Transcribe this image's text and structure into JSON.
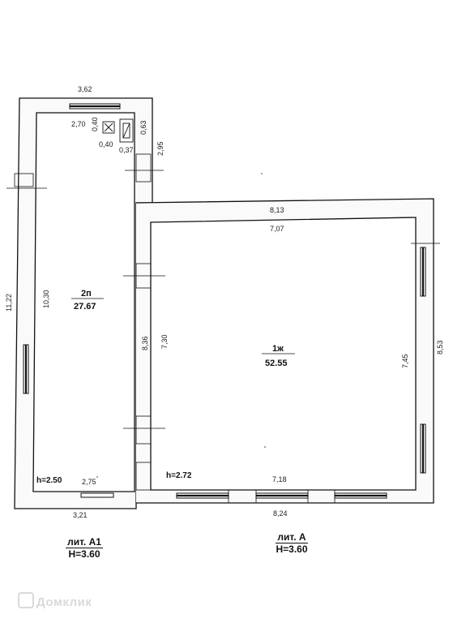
{
  "rooms": {
    "room2": {
      "number": "2п",
      "area": "27.67",
      "height_label": "h=2.50"
    },
    "room1": {
      "number": "1ж",
      "area": "52.55",
      "height_label": "h=2.72"
    }
  },
  "dimensions": {
    "a1_top_outer": "3,62",
    "a1_top_inner": "2,70",
    "a1_bottom_inner": "2,75",
    "a1_bottom_outer": "3,21",
    "a1_left_outer": "11,22",
    "a1_left_inner": "10,30",
    "a1_right_upper": "2,95",
    "fixture_a_side": "0,40",
    "fixture_a_bottom": "0,40",
    "fixture_b_side": "0,63",
    "fixture_b_bottom": "0,37",
    "a_top_outer": "8,13",
    "a_top_inner": "7,07",
    "a_bottom_inner": "7,18",
    "a_bottom_outer": "8,24",
    "a_left_outer": "8,36",
    "a_left_inner": "7,30",
    "a_right_inner": "7,45",
    "a_right_outer": "8,53"
  },
  "blocks": {
    "a1": {
      "lit": "лит. А1",
      "height": "Н=3.60"
    },
    "a": {
      "lit": "лит. А",
      "height": "Н=3.60"
    }
  },
  "watermark": "Домклик"
}
